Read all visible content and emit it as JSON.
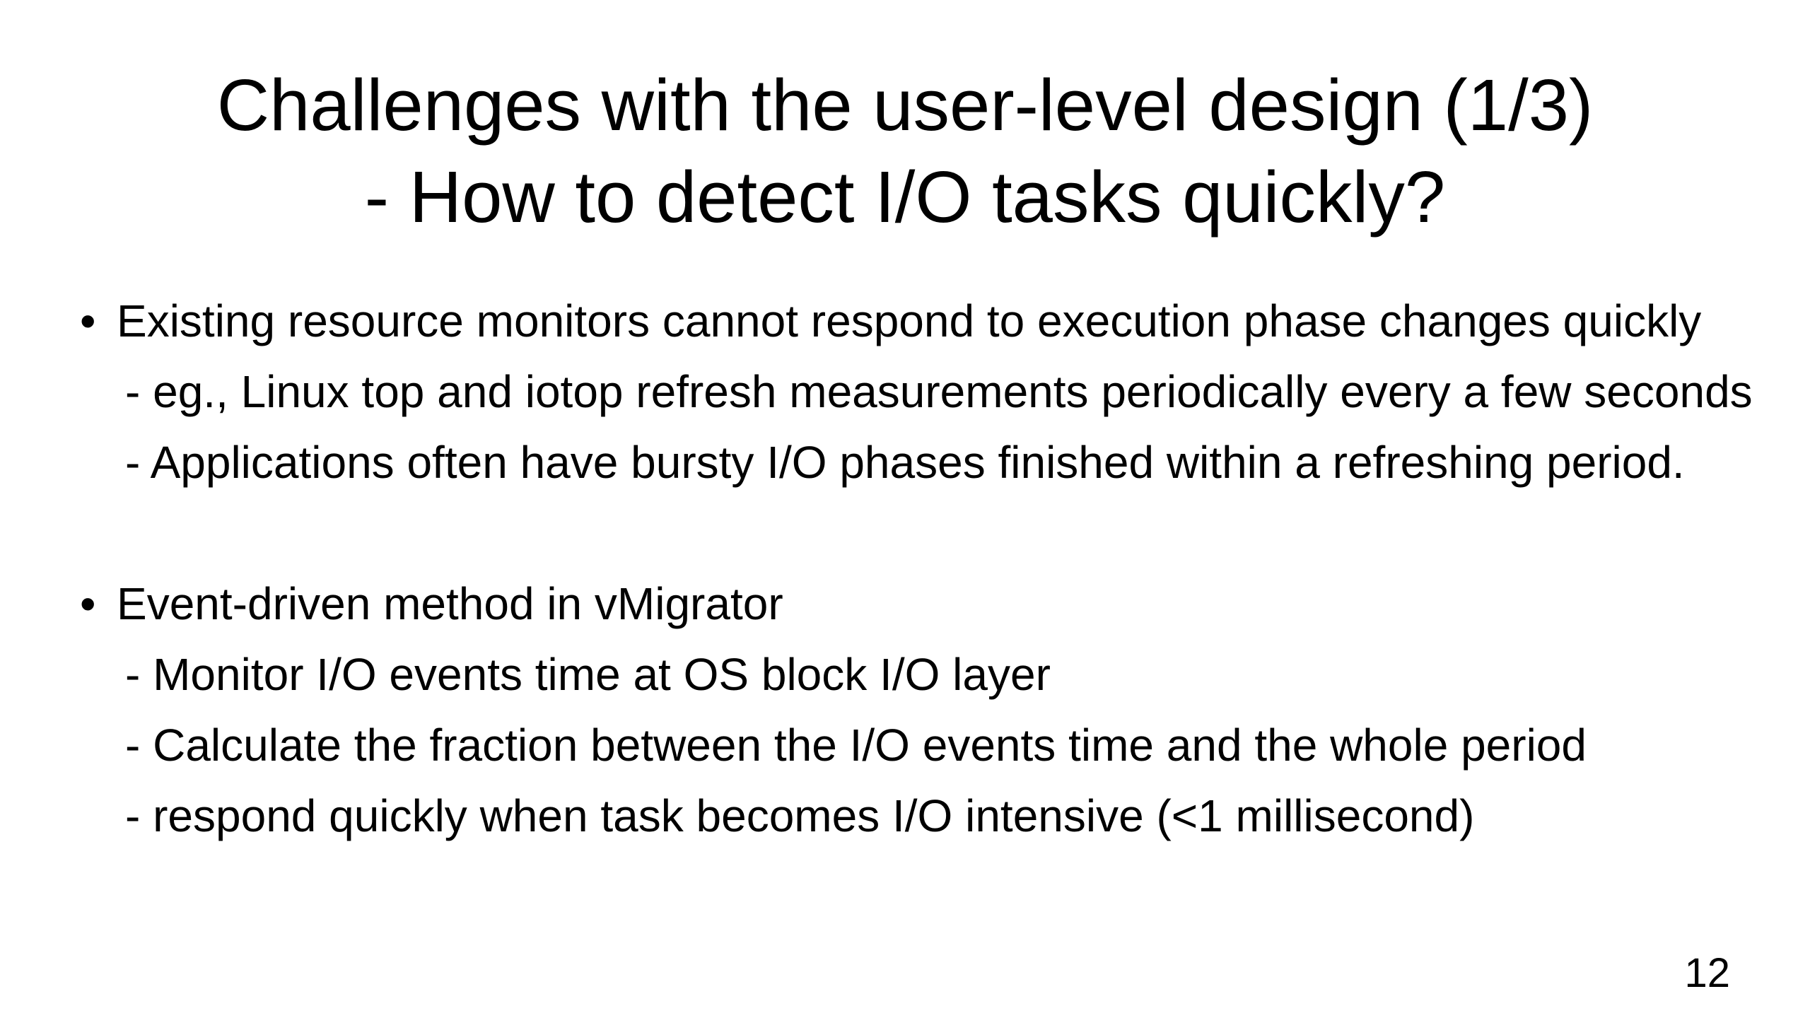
{
  "slide": {
    "title_line1": "Challenges with the user-level design (1/3)",
    "title_line2": "- How to detect I/O tasks quickly?",
    "bullet_marker": "•",
    "bullets": [
      {
        "text": "Existing resource monitors cannot respond to execution phase changes quickly",
        "sub_items": [
          "- eg., Linux top and iotop refresh measurements periodically every a few seconds",
          "- Applications often have bursty I/O phases finished within a refreshing period."
        ]
      },
      {
        "text": "Event-driven method in vMigrator",
        "sub_items": [
          "- Monitor I/O events time at OS block I/O layer",
          "- Calculate the fraction between the I/O events time and the whole period",
          "- respond quickly when task becomes I/O intensive (<1 millisecond)"
        ]
      }
    ],
    "page_number": "12",
    "colors": {
      "background": "#ffffff",
      "text": "#000000"
    }
  }
}
